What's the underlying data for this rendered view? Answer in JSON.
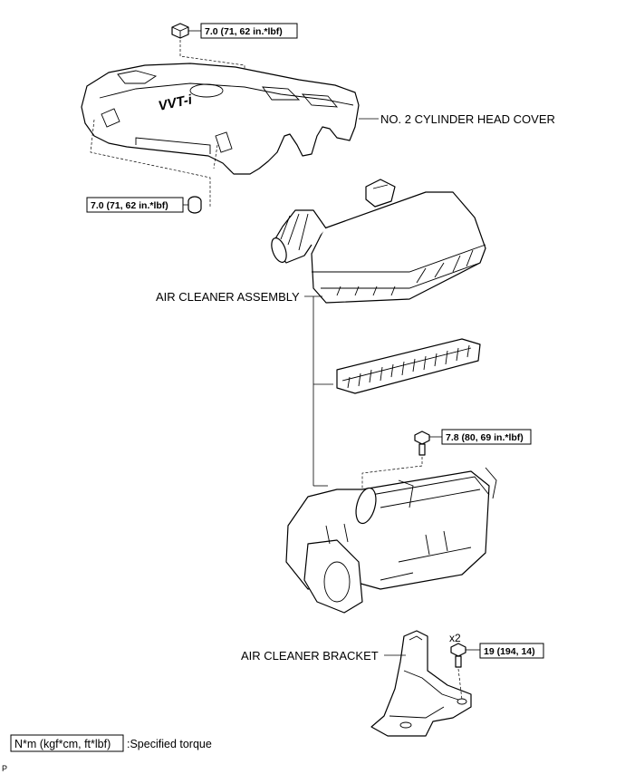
{
  "labels": {
    "cylinder_head_cover": "NO. 2 CYLINDER HEAD COVER",
    "air_cleaner_assembly": "AIR CLEANER ASSEMBLY",
    "air_cleaner_bracket": "AIR CLEANER BRACKET",
    "vvti_logo": "VVT-i",
    "bolt_count": "x2",
    "corner_letter": "P"
  },
  "torques": {
    "cover_nut_top": "7.0 (71, 62 in.*lbf)",
    "cover_nut_lower": "7.0 (71, 62 in.*lbf)",
    "case_bolt": "7.8 (80, 69 in.*lbf)",
    "bracket_bolt": "19 (194, 14)"
  },
  "legend": {
    "unit_box": "N*m (kgf*cm, ft*lbf)",
    "description": ":Specified torque"
  }
}
